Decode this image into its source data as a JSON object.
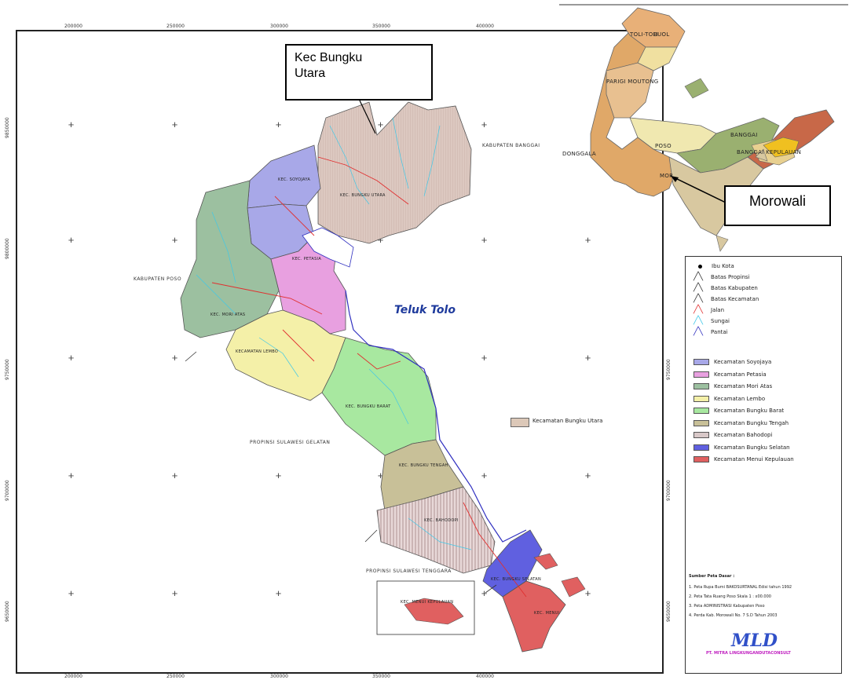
{
  "callouts": {
    "bungku_utara": "Kec Bungku\nUtara",
    "morowali": "Morowali"
  },
  "sea_label": "Teluk Tolo",
  "top_ticks": [
    "200000",
    "250000",
    "300000",
    "350000",
    "400000"
  ],
  "left_ticks": [
    "9850000",
    "9800000",
    "9750000",
    "9700000",
    "9650000"
  ],
  "right_ticks": [
    "9750000",
    "9700000",
    "9650000"
  ],
  "region_labels": {
    "kab_banggai": "KABUPATEN BANGGAI",
    "kab_poso": "KABUPATEN POSO",
    "sulteng_gelatan": "PROPINSI SULAWESI GELATAN",
    "sultenggara": "PROPINSI SULAWESI TENGGARA"
  },
  "kec_labels": {
    "soyojaya": "KEC. SOYOJAYA",
    "bungku_utara": "KEC. BUNGKU UTARA",
    "petasia": "KEC. PETASIA",
    "mori_atas": "KEC. MORI ATAS",
    "lembo": "KECAMATAN LEMBO",
    "bungku_barat": "KEC. BUNGKU BARAT",
    "bungku_tengah": "KEC. BUNGKU TENGAH",
    "bahodopi": "KEC. BAHODOPI",
    "bungku_selatan": "KEC. BUNGKU SELATAN",
    "menui": "KEC. MENUI",
    "menui_kep": "KEC. MENUI KEPULAUAN"
  },
  "inset_labels": {
    "tolitoli": "TOLI-TOLI",
    "buol": "BUOL",
    "parigi": "PARIGI MOUTONG",
    "donggala": "DONGGALA",
    "poso": "POSO",
    "banggai": "BANGGAI",
    "banggai_kep": "BANGGAI KEPULAUAN",
    "mor": "MOR"
  },
  "map_key": "Kecamatan Bungku Utara",
  "legend": {
    "symbols": [
      {
        "label": "Ibu Kota",
        "color": "#000000"
      },
      {
        "label": "Batas Propinsi",
        "color": "#333333"
      },
      {
        "label": "Batas Kabupaten",
        "color": "#333333"
      },
      {
        "label": "Batas Kecamatan",
        "color": "#333333"
      },
      {
        "label": "Jalan",
        "color": "#e03030"
      },
      {
        "label": "Sungai",
        "color": "#40c8e8"
      },
      {
        "label": "Pantai",
        "color": "#3030c0"
      }
    ],
    "areas": [
      {
        "label": "Kecamatan Soyojaya",
        "color": "#a8a8e8"
      },
      {
        "label": "Kecamatan Petasia",
        "color": "#e8a0e0"
      },
      {
        "label": "Kecamatan Mori Atas",
        "color": "#9cc0a0"
      },
      {
        "label": "Kecamatan Lembo",
        "color": "#f4f0a8"
      },
      {
        "label": "Kecamatan Bungku Barat",
        "color": "#a8e8a0"
      },
      {
        "label": "Kecamatan Bungku Tengah",
        "color": "#c8c098"
      },
      {
        "label": "Kecamatan Bahodopi",
        "color": "#d8c8c8"
      },
      {
        "label": "Kecamatan Bungku Selatan",
        "color": "#6060e0"
      },
      {
        "label": "Kecamatan Menui Kepulauan",
        "color": "#e06060"
      }
    ],
    "sources_title": "Sumber Peta Dasar :",
    "sources": [
      "1. Peta Rupa Bumi BAKOSURTANAL Edisi tahun 1992",
      "2. Peta Tata Ruang Poso Skala 1 : x00.000",
      "3. Peta ADMINISTRASI Kabupaten Poso",
      "4. Perda Kab. Morowali No. 7 S.D Tahun 2003"
    ],
    "logo": "MLD",
    "company": "PT. MITRA LINGKUNGANDUTACONSULT"
  }
}
